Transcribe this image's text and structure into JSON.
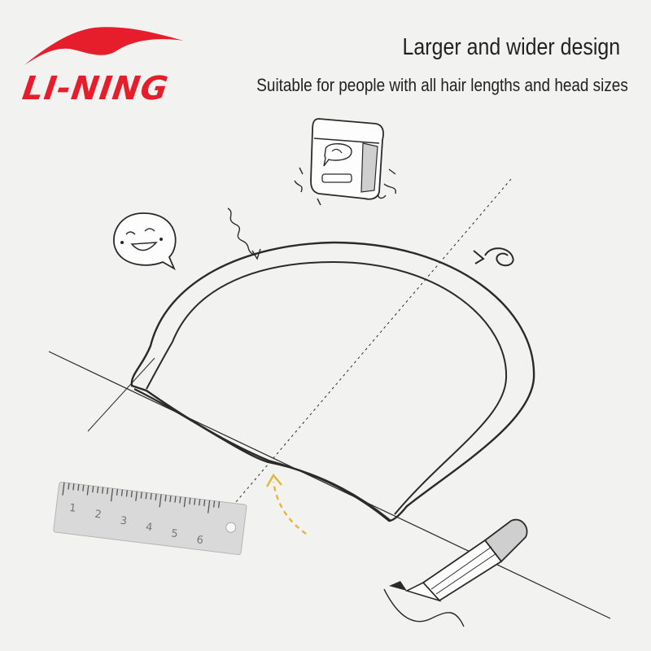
{
  "brand": {
    "name": "LI-NING",
    "logo_color": "#e61e2b"
  },
  "headline": "Larger and wider design",
  "subline": "Suitable for people with all hair lengths and head sizes",
  "ruler": {
    "marks": [
      "1",
      "2",
      "3",
      "4",
      "5",
      "6"
    ]
  },
  "icons": [
    "smiley-speech-bubble-icon",
    "shampoo-bottle-icon",
    "rotate-arrow-icon",
    "pencil-icon",
    "ruler-icon"
  ],
  "colors": {
    "background": "#f2f2f1",
    "line": "#2a2a2a",
    "arrow": "#e6b53a"
  }
}
